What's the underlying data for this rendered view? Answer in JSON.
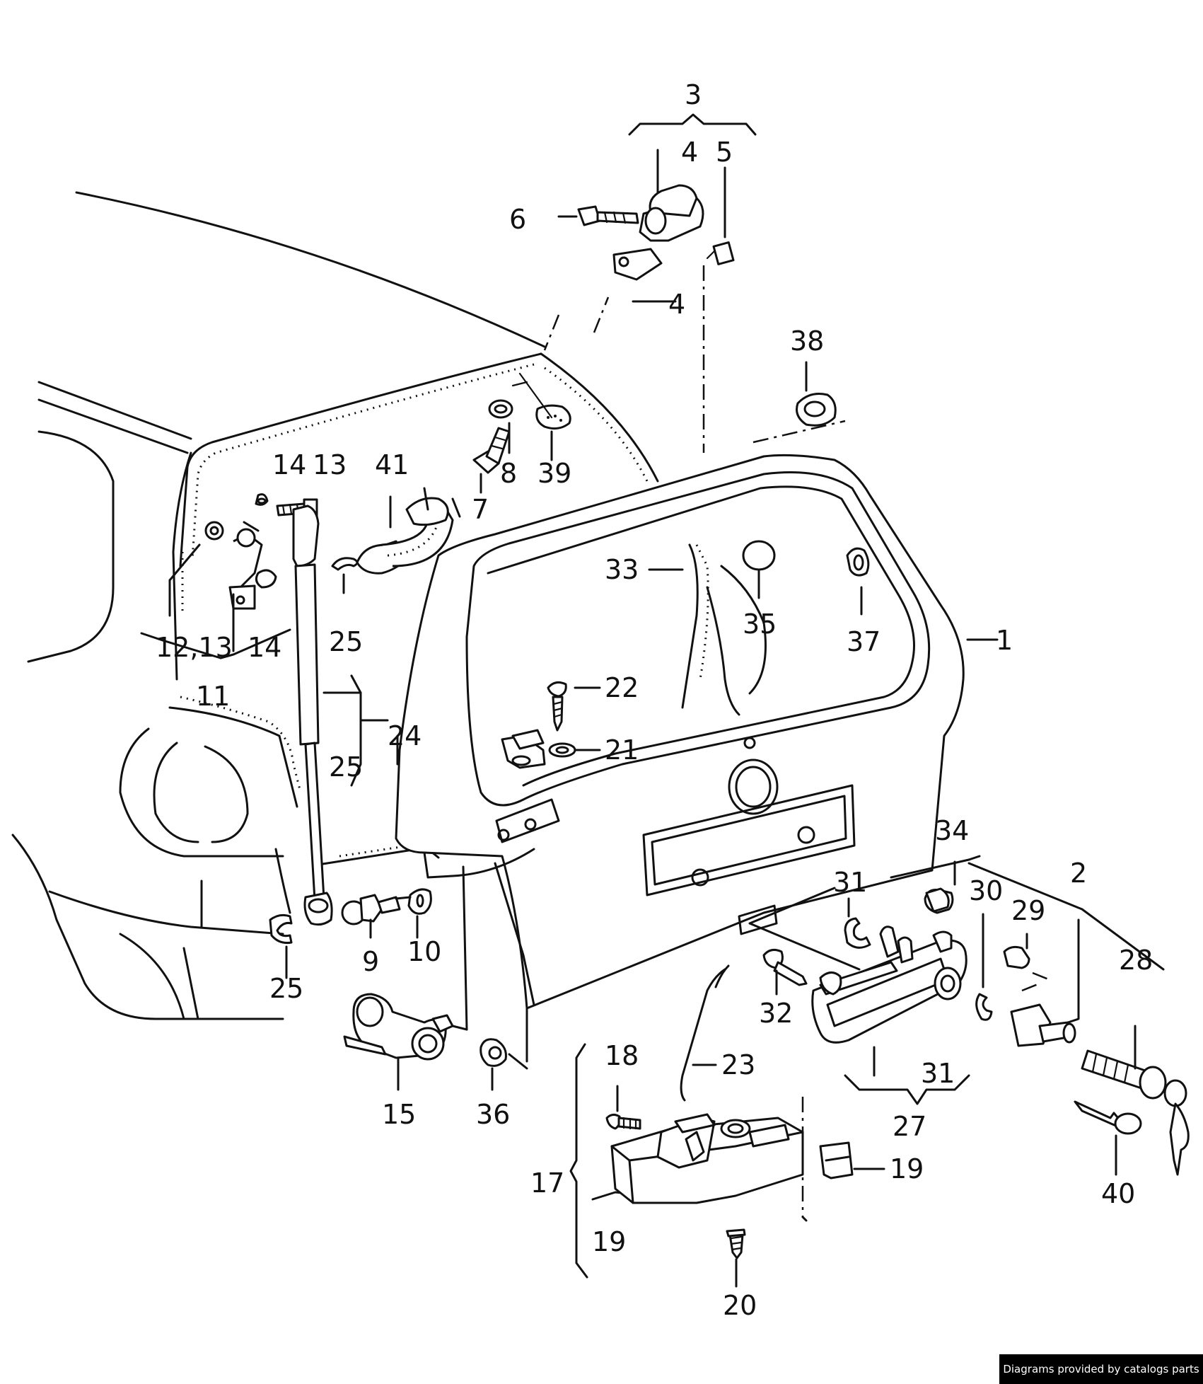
{
  "callouts": {
    "c1": "1",
    "c2": "2",
    "c3": "3",
    "c4a": "4",
    "c4b": "4",
    "c5": "5",
    "c6": "6",
    "c7": "7",
    "c8": "8",
    "c9": "9",
    "c10": "10",
    "c11": "11",
    "c12_13": "12,13",
    "c13": "13",
    "c14a": "14",
    "c14b": "14",
    "c15": "15",
    "c17": "17",
    "c18": "18",
    "c19a": "19",
    "c19b": "19",
    "c20": "20",
    "c21": "21",
    "c22": "22",
    "c23": "23",
    "c24": "24",
    "c25a": "25",
    "c25b": "25",
    "c25c": "25",
    "c27": "27",
    "c28": "28",
    "c29": "29",
    "c30": "30",
    "c31a": "31",
    "c31b": "31",
    "c32": "32",
    "c33": "33",
    "c34": "34",
    "c35": "35",
    "c36": "36",
    "c37": "37",
    "c38": "38",
    "c39": "39",
    "c40": "40",
    "c41": "41"
  },
  "credit": "Diagrams provided by catalogs parts"
}
